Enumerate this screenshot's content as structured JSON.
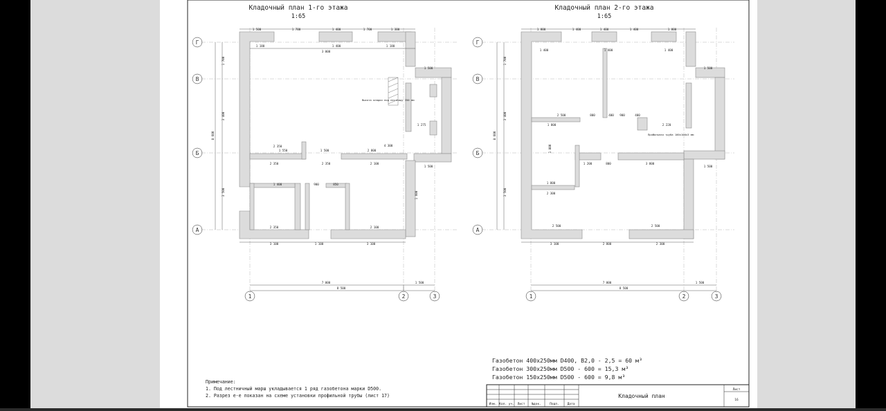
{
  "plans": [
    {
      "title": "Кладочный план 1-го этажа",
      "scale": "1:65",
      "top_dims": [
        "1 500",
        "1 700",
        "1 400",
        "1 700",
        "1 300"
      ],
      "inner_top_dims": [
        "1 180",
        "1 400",
        "1 180"
      ],
      "overall_inner": "3 000",
      "left_dims": [
        "1 700",
        "3 400",
        "3 500"
      ],
      "left_total": "8 600",
      "bottom_dims": [
        "3 100",
        "1 100",
        "3 100"
      ],
      "bottom_total_a": "7 000",
      "bottom_total_b": "1 500",
      "bottom_total": "8 500",
      "right_dims": [
        "1 500",
        "1 500"
      ],
      "interior_labels": [
        "2 350",
        "1 550",
        "1 500",
        "2 800",
        "4 300",
        "2 350",
        "2 350",
        "2 100",
        "2 350",
        "2 100",
        "1 400",
        "1 275",
        "900",
        "850",
        "1 600"
      ],
      "note_label": "Высота кладки под лестницу 350 мм",
      "axis_rows": [
        "Г",
        "В",
        "Б",
        "А"
      ],
      "axis_cols": [
        "1",
        "2",
        "3"
      ]
    },
    {
      "title": "Кладочный план 2-го этажа",
      "scale": "1:65",
      "top_dims": [
        "1 800",
        "1 400",
        "1 400",
        "1 400",
        "1 800"
      ],
      "inner_top_dims": [
        "1 400",
        "1 400",
        "1 400"
      ],
      "left_dims": [
        "1 700",
        "3 400",
        "3 500"
      ],
      "left_total": "8 600",
      "bottom_dims": [
        "3 100",
        "2 800",
        "2 300"
      ],
      "bottom_total_a": "7 000",
      "bottom_total_b": "1 500",
      "bottom_total": "8 500",
      "right_dims": [
        "1 500",
        "1 500"
      ],
      "interior_labels": [
        "2 500",
        "800",
        "400",
        "900",
        "400",
        "2 220",
        "1 800",
        "1 200",
        "800",
        "3 800",
        "1 800",
        "2 300",
        "2 500",
        "2 500",
        "1 800"
      ],
      "note_label": "Профильная труба 100х100х3 мм",
      "axis_rows": [
        "Г",
        "В",
        "Б",
        "А"
      ],
      "axis_cols": [
        "1",
        "2",
        "3"
      ]
    }
  ],
  "notes": {
    "heading": "Примечание:",
    "lines": [
      "1. Под лестничный марш укладывается 1 ряд газобетона марки D500.",
      "2. Разрез е-е показан на схеме установки профильной трубы (лист 17)"
    ]
  },
  "materials": [
    {
      "text": "Газобетон 400х250мм D400, B2,0 - 2,5 = 60 м³"
    },
    {
      "text": "Газобетон 300х250мм D500 - 600 = 15,3 м³"
    },
    {
      "text": "Газобетон 150х250мм D500 - 600 = 9,8 м³"
    }
  ],
  "stamp": {
    "columns": [
      "Изм.",
      "Кол. уч.",
      "Лист",
      "№док.",
      "Подп.",
      "Дата"
    ],
    "sheet_name": "Кладочный план",
    "sheet_label": "Лист",
    "sheet_number": "16"
  },
  "colors": {
    "wall_fill": "#dcdcdc",
    "line": "#222222",
    "paper": "#ffffff",
    "viewer_bg": "#dcdcdc"
  }
}
